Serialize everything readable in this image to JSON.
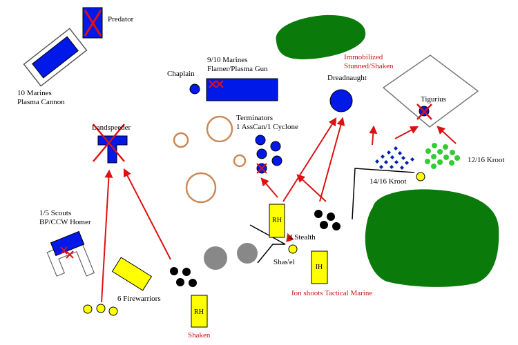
{
  "colors": {
    "marines": "#0018e8",
    "tau": "#ffff00",
    "kroot_green": "#33cc33",
    "annotation": "#cc1111",
    "terrain_forest": "#0a7a0a",
    "terrain_crater": "#cc8855",
    "terrain_rubble": "#888888"
  },
  "units": {
    "predator": {
      "label": "Predator"
    },
    "marines_plasma_cannon": {
      "line1": "10 Marines",
      "line2": "Plasma Cannon"
    },
    "chaplain": {
      "label": "Chaplain"
    },
    "marines_flamer": {
      "line1": "9/10 Marines",
      "line2": "Flamer/Plasma Gun"
    },
    "dreadnaught": {
      "label": "Dreadnaught",
      "status1": "Immobilized",
      "status2": "Stunned/Shaken"
    },
    "terminators": {
      "line1": "Terminators",
      "line2": "1 AssCan/1 Cyclone"
    },
    "landspeeder": {
      "label": "Landspeeder"
    },
    "tigurius": {
      "label": "Tigurius"
    },
    "kroot_right": {
      "label": "12/16 Kroot"
    },
    "kroot_left": {
      "label": "14/16 Kroot"
    },
    "scouts": {
      "line1": "1/5 Scouts",
      "line2": "BP/CCW Homer"
    },
    "stealth": {
      "label": "4 Stealth"
    },
    "shasel": {
      "label": "Shas'el"
    },
    "firewarriors": {
      "label": "6 Firewarriors"
    },
    "ion_note": {
      "label": "Ion shoots Tactical Marine"
    },
    "shaken_note": {
      "label": "Shaken"
    }
  },
  "vehicles": {
    "rh_top": "RH",
    "rh_bottom": "RH",
    "ih": "IH"
  }
}
